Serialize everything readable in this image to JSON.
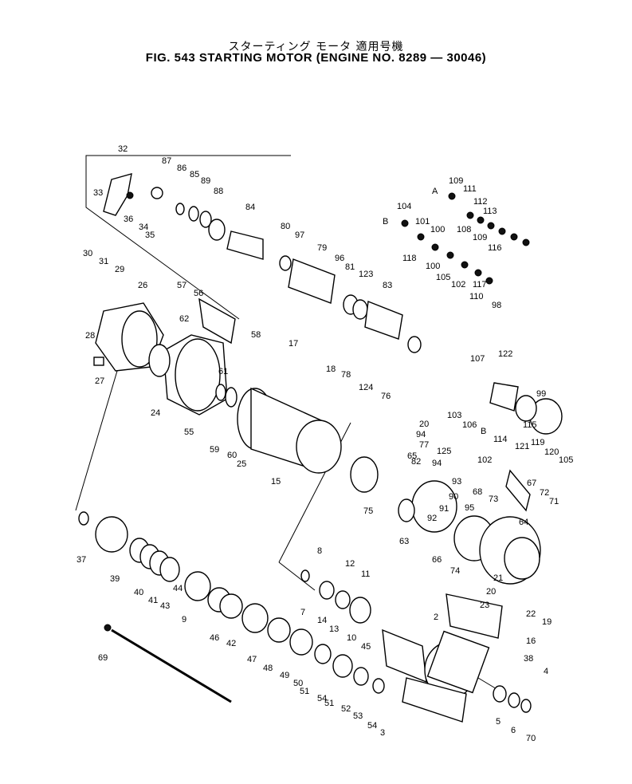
{
  "title": {
    "japanese": "スターティング モータ  適用号機",
    "english": "FIG. 543  STARTING MOTOR (ENGINE NO. 8289 — 30046)"
  },
  "labels": [
    "32",
    "87",
    "86",
    "85",
    "89",
    "88",
    "33",
    "36",
    "34",
    "35",
    "84",
    "80",
    "97",
    "79",
    "96",
    "81",
    "123",
    "83",
    "109",
    "A",
    "111",
    "112",
    "113",
    "104",
    "108",
    "109",
    "116",
    "B",
    "101",
    "100",
    "118",
    "100",
    "105",
    "102",
    "117",
    "30",
    "31",
    "29",
    "26",
    "57",
    "56",
    "62",
    "58",
    "28",
    "27",
    "61",
    "24",
    "55",
    "59",
    "60",
    "25",
    "17",
    "18",
    "15",
    "78",
    "124",
    "76",
    "20",
    "94",
    "77",
    "125",
    "94",
    "65",
    "75",
    "82",
    "92",
    "91",
    "90",
    "95",
    "93",
    "107",
    "110",
    "98",
    "122",
    "99",
    "103",
    "106",
    "B",
    "115",
    "114",
    "121",
    "119",
    "120",
    "105",
    "102",
    "67",
    "68",
    "73",
    "72",
    "71",
    "64",
    "63",
    "66",
    "74",
    "21",
    "20",
    "23",
    "22",
    "19",
    "16",
    "38",
    "37",
    "39",
    "40",
    "41",
    "43",
    "44",
    "9",
    "8",
    "7",
    "14",
    "12",
    "11",
    "13",
    "10",
    "45",
    "46",
    "42",
    "47",
    "48",
    "49",
    "50",
    "51",
    "54",
    "51",
    "52",
    "53",
    "54",
    "3",
    "2",
    "4",
    "5",
    "6",
    "70",
    "69"
  ]
}
